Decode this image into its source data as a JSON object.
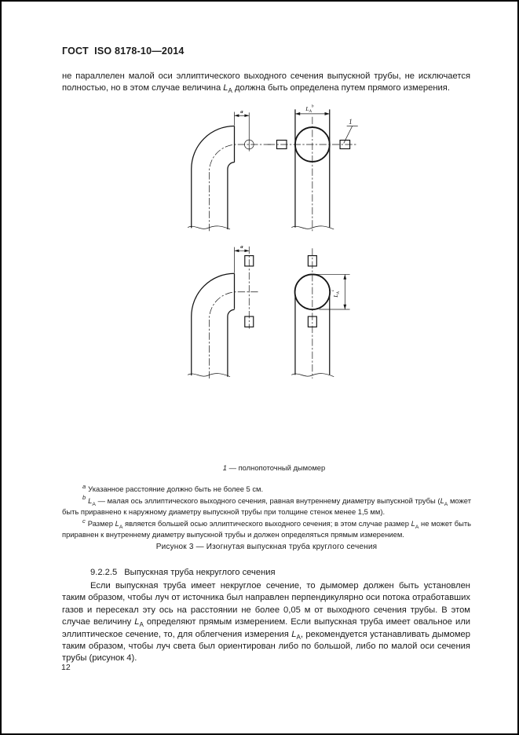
{
  "page": {
    "header": "ГОСТ  ISO 8178-10—2014",
    "number": "12"
  },
  "intro_paragraph": "не параллелен малой оси эллиптического выходного сечения выпускной трубы, не исключается полностью, но в этом случае величина [i]L[/i][sub]A[/sub] должна быть определена путем прямого измерения.",
  "figure": {
    "labels": {
      "dim_a": "a",
      "la_base": "L",
      "la_sub": "A",
      "la_sup_b": "b",
      "la_sup_c": "c",
      "callout": "1"
    },
    "legend": "[i]1[/i] — полнопоточный дымомер",
    "caption": "Рисунок 3 — Изогнутая выпускная труба круглого сечения"
  },
  "footnotes": [
    {
      "marker": "a",
      "text": "Указанное расстояние должно быть не более 5 см."
    },
    {
      "marker": "b",
      "text": "[i]L[/i][sub]A[/sub] — малая ось эллиптического выходного сечения, равная внутреннему диаметру выпускной трубы ([i]L[/i][sub]A[/sub] может быть приравнено к наружному диаметру выпускной трубы при толщине стенок менее 1,5 мм)."
    },
    {
      "marker": "c",
      "text": "Размер [i]L[/i][sub]A[/sub] является большей осью эллиптического выходного сечения; в этом случае размер [i]L[/i][sub]A[/sub] не может быть приравнен к внутреннему диаметру выпускной трубы и должен определяться прямым измерением."
    }
  ],
  "section": {
    "number": "9.2.2.5",
    "title": "Выпускная труба некруглого сечения",
    "body": "Если выпускная труба имеет некруглое сечение, то дымомер должен быть установлен таким образом, чтобы луч от источника был направлен перпендикулярно оси потока отработавших газов и пересекал эту ось на расстоянии не более 0,05 м от выходного сечения трубы. В этом случае величину [i]L[/i][sub]A[/sub] определяют прямым измерением. Если выпускная труба имеет овальное или эллиптическое сечение, то, для облегчения измерения [i]L[/i][sub]A[/sub], рекомендуется устанавливать дымомер таким образом, чтобы луч света был ориентирован либо по большой, либо по малой оси сечения трубы (рисунок 4)."
  }
}
